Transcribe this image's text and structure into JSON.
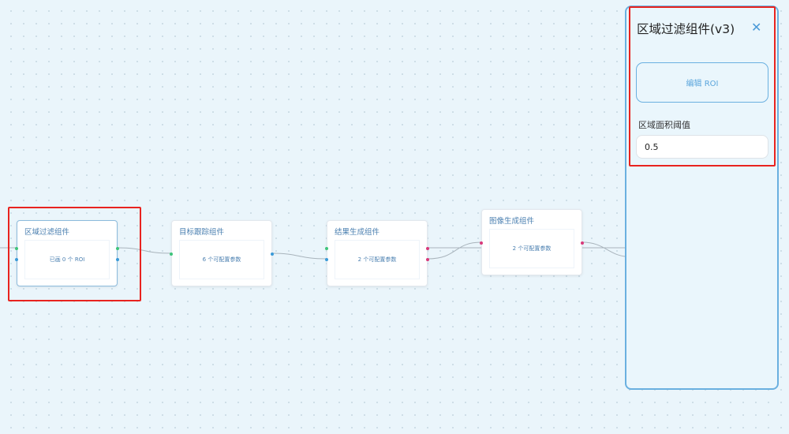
{
  "nodes": [
    {
      "title": "区域过滤组件",
      "body": "已画 0 个 ROI",
      "selected": true
    },
    {
      "title": "目标跟踪组件",
      "body": "6 个可配置参数"
    },
    {
      "title": "结果生成组件",
      "body": "2 个可配置参数"
    },
    {
      "title": "图像生成组件",
      "body": "2 个可配置参数"
    }
  ],
  "panel": {
    "title": "区域过滤组件(v3)",
    "close_icon": "close-icon",
    "edit_button": "编辑 ROI",
    "field_label": "区域面积阈值",
    "field_value": "0.5"
  },
  "colors": {
    "accent": "#6ab0e0",
    "highlight": "#e8231f",
    "port_green": "#3ec47a",
    "port_blue": "#3a9ad8",
    "port_pink": "#d8397a"
  }
}
